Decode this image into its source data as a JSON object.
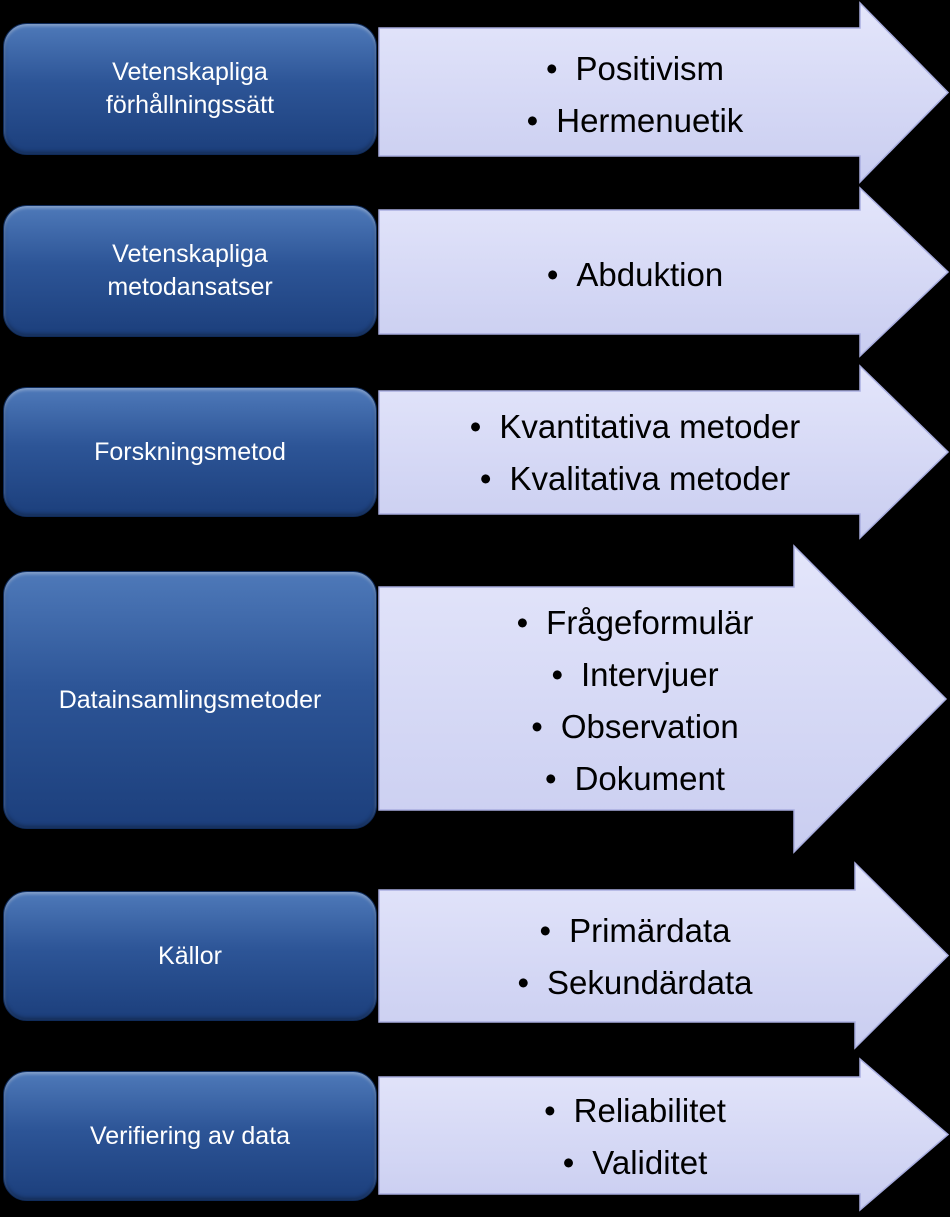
{
  "rows": [
    {
      "title": "Vetenskapliga\nförhållningssätt",
      "items": [
        "Positivism",
        "Hermenuetik"
      ]
    },
    {
      "title": "Vetenskapliga\nmetodansatser",
      "items": [
        "Abduktion"
      ]
    },
    {
      "title": "Forskningsmetod",
      "items": [
        "Kvantitativa metoder",
        "Kvalitativa metoder"
      ]
    },
    {
      "title": "Datainsamlingsmetoder",
      "items": [
        "Frågeformulär",
        "Intervjuer",
        "Observation",
        "Dokument"
      ]
    },
    {
      "title": "Källor",
      "items": [
        "Primärdata",
        "Sekundärdata"
      ]
    },
    {
      "title": "Verifiering av data",
      "items": [
        "Reliabilitet",
        "Validitet"
      ]
    }
  ],
  "colors": {
    "background": "#000000",
    "box_dark": "#1c3f7c",
    "box_light": "#4e79b9",
    "arrow_fill": "#d4d8f5"
  }
}
